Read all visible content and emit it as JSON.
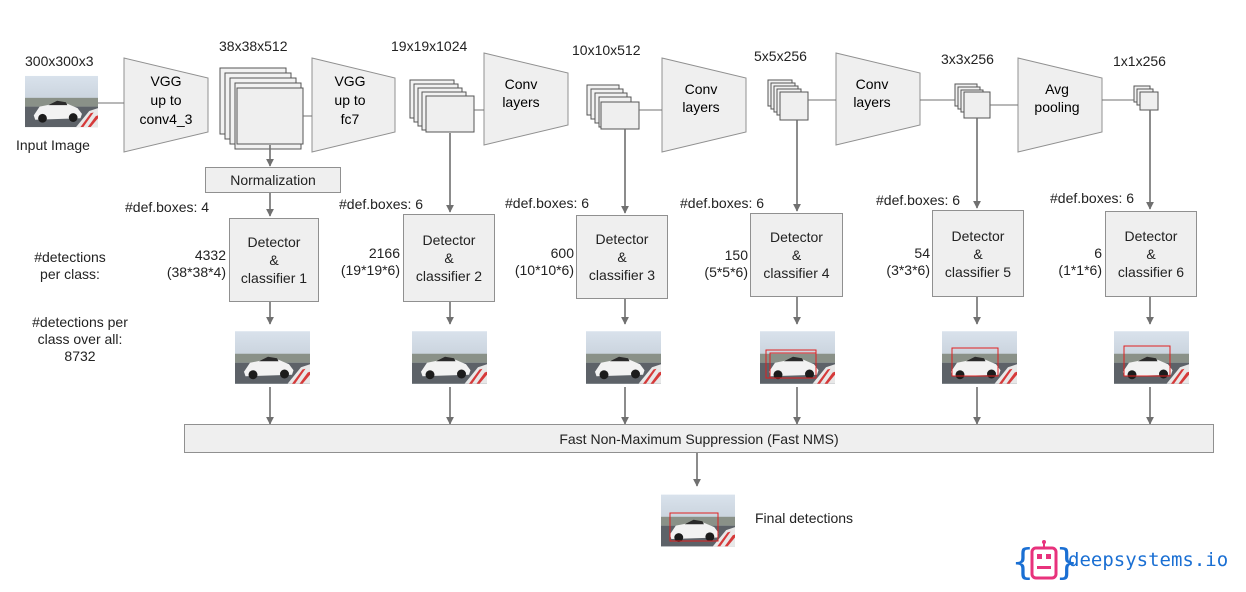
{
  "input": {
    "size": "300x300x3",
    "label": "Input Image"
  },
  "trapezoids": [
    {
      "label": [
        "VGG",
        "up to",
        "conv4_3"
      ]
    },
    {
      "label": [
        "VGG",
        "up to",
        "fc7"
      ]
    },
    {
      "label": [
        "Conv",
        "layers"
      ]
    },
    {
      "label": [
        "Conv",
        "layers"
      ]
    },
    {
      "label": [
        "Conv",
        "layers"
      ]
    },
    {
      "label": [
        "Avg",
        "pooling"
      ]
    }
  ],
  "feature_maps": [
    {
      "size": "38x38x512",
      "def_boxes": "#def.boxes: 4",
      "detections": "4332",
      "formula": "(38*38*4)",
      "detector": [
        "Detector",
        "&",
        "classifier 1"
      ]
    },
    {
      "size": "19x19x1024",
      "def_boxes": "#def.boxes: 6",
      "detections": "2166",
      "formula": "(19*19*6)",
      "detector": [
        "Detector",
        "&",
        "classifier 2"
      ]
    },
    {
      "size": "10x10x512",
      "def_boxes": "#def.boxes: 6",
      "detections": "600",
      "formula": "(10*10*6)",
      "detector": [
        "Detector",
        "&",
        "classifier 3"
      ]
    },
    {
      "size": "5x5x256",
      "def_boxes": "#def.boxes: 6",
      "detections": "150",
      "formula": "(5*5*6)",
      "detector": [
        "Detector",
        "&",
        "classifier 4"
      ]
    },
    {
      "size": "3x3x256",
      "def_boxes": "#def.boxes: 6",
      "detections": "54",
      "formula": "(3*3*6)",
      "detector": [
        "Detector",
        "&",
        "classifier 5"
      ]
    },
    {
      "size": "1x1x256",
      "def_boxes": "#def.boxes: 6",
      "detections": "6",
      "formula": "(1*1*6)",
      "detector": [
        "Detector",
        "&",
        "classifier 6"
      ]
    }
  ],
  "normalization": "Normalization",
  "detections_per_class": [
    "#detections",
    "per class:"
  ],
  "detections_overall": [
    "#detections per",
    "class over all:",
    "8732"
  ],
  "nms": "Fast Non-Maximum Suppression (Fast NMS)",
  "final": "Final detections",
  "brand": {
    "icon": "robot-icon",
    "text": "deepsystems.io",
    "color": "#1a6fd3",
    "accent": "#e8327c"
  },
  "colors": {
    "box_fill": "#efefef",
    "box_stroke": "#909090",
    "arrow": "#707070",
    "detection_box": "#e02020"
  }
}
